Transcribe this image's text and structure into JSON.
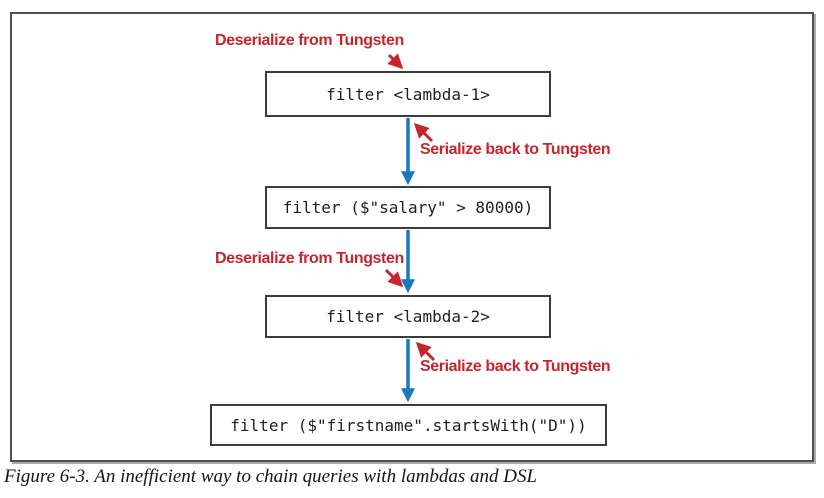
{
  "figure": {
    "caption": "Figure 6-3. An inefficient way to chain queries with lambdas and DSL"
  },
  "diagram": {
    "nodes": [
      {
        "id": "filter-lambda-1",
        "label": "filter <lambda-1>"
      },
      {
        "id": "filter-salary",
        "label": "filter ($\"salary\" > 80000)"
      },
      {
        "id": "filter-lambda-2",
        "label": "filter <lambda-2>"
      },
      {
        "id": "filter-firstname",
        "label": "filter ($\"firstname\".startsWith(\"D\"))"
      }
    ],
    "annotations": [
      {
        "text": "Deserialize from Tungsten",
        "points_to": "filter-lambda-1"
      },
      {
        "text": "Serialize back to Tungsten",
        "points_to": "filter-lambda-1"
      },
      {
        "text": "Deserialize from Tungsten",
        "points_to": "filter-lambda-2"
      },
      {
        "text": "Serialize back to Tungsten",
        "points_to": "filter-lambda-2"
      }
    ],
    "colors": {
      "annotation_red": "#c5262d",
      "connector_blue": "#1878c2",
      "node_border": "#3c3c3c",
      "frame_border": "#4f4f4f"
    }
  }
}
